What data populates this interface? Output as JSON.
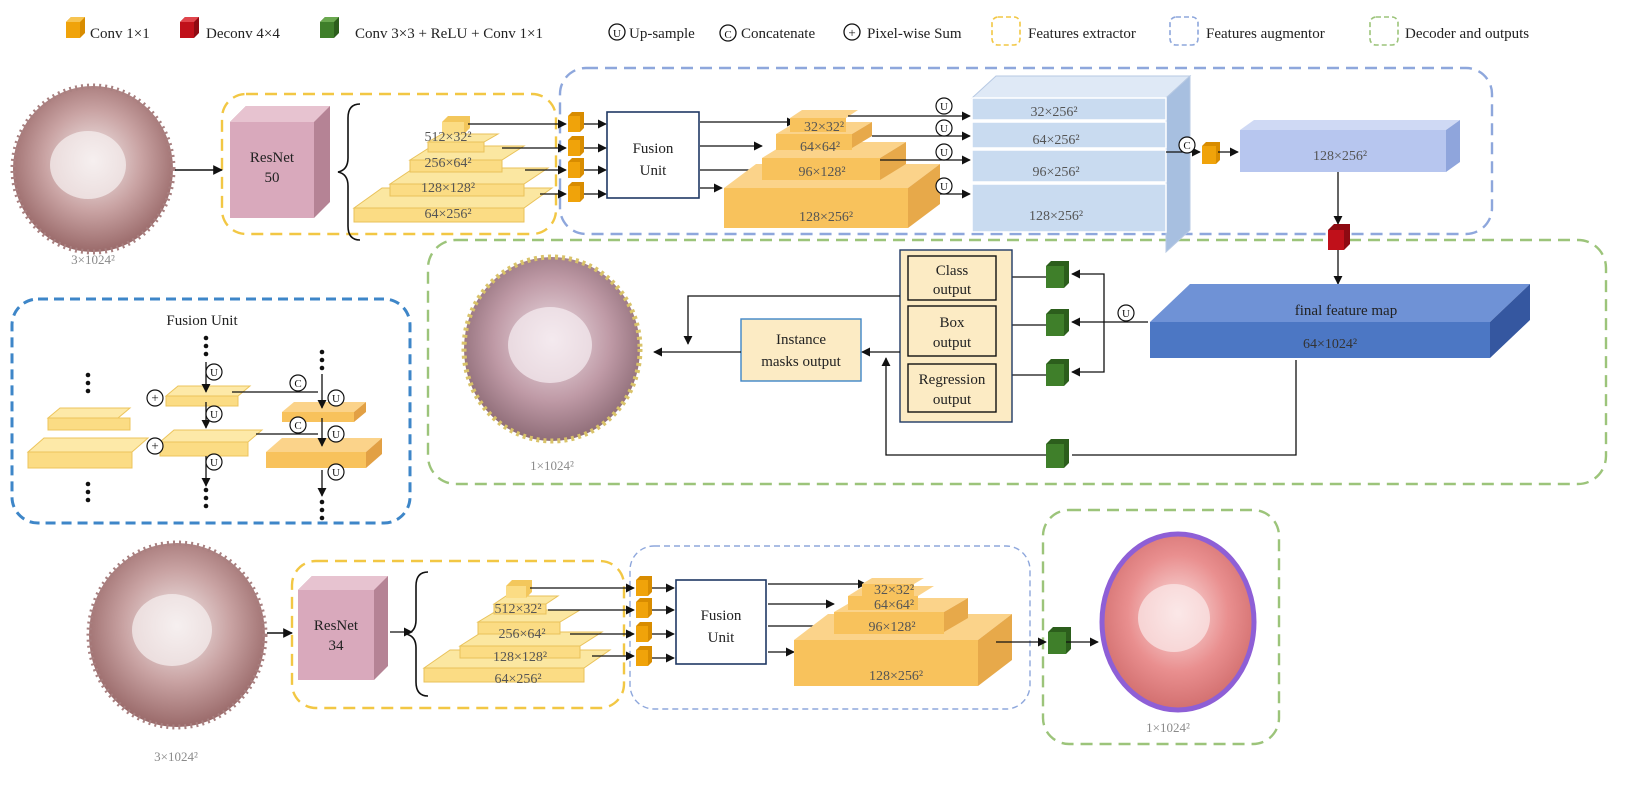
{
  "legend": {
    "conv1": "Conv 1×1",
    "deconv": "Deconv 4×4",
    "conv3": "Conv 3×3 + ReLU + Conv 1×1",
    "upsample_symbol": "U",
    "upsample": "Up-sample",
    "concat_symbol": "C",
    "concat": "Concatenate",
    "sum_symbol": "+",
    "sum": "Pixel-wise Sum",
    "extractor": "Features extractor",
    "augmentor": "Features augmentor",
    "decoder": "Decoder and outputs"
  },
  "colors": {
    "extractor": "#f2c744",
    "augmentor": "#8ea7dc",
    "decoder": "#9cc47a",
    "fusion_detail": "#3e86c8",
    "conv1": "#f0a30a",
    "deconv": "#c0101a",
    "conv3": "#3f7f2a",
    "resnet": "#d9a9bc",
    "feature_light": "#fbe7a1",
    "feature_orange": "#f8c25c",
    "augment_blue": "#c9dbf0",
    "final_blue": "#4c77c4"
  },
  "top": {
    "input_size": "3×1024²",
    "backbone_line1": "ResNet",
    "backbone_line2": "50",
    "pyramid": [
      "512×32²",
      "256×64²",
      "128×128²",
      "64×256²"
    ],
    "fusion_line1": "Fusion",
    "fusion_line2": "Unit",
    "fused": [
      "32×32²",
      "64×64²",
      "96×128²",
      "128×256²"
    ],
    "stack": [
      "32×256²",
      "64×256²",
      "96×256²",
      "128×256²"
    ],
    "merged": "128×256²",
    "final_map_title": "final feature map",
    "final_map_size": "64×1024²",
    "outputs": {
      "class": [
        "Class",
        "output"
      ],
      "box": [
        "Box",
        "output"
      ],
      "regression": [
        "Regression",
        "output"
      ],
      "instance": [
        "Instance",
        "masks output"
      ]
    },
    "output_size": "1×1024²"
  },
  "fusion_detail": {
    "title": "Fusion Unit"
  },
  "bottom": {
    "input_size": "3×1024²",
    "backbone_line1": "ResNet",
    "backbone_line2": "34",
    "pyramid": [
      "512×32²",
      "256×64²",
      "128×128²",
      "64×256²"
    ],
    "fusion_line1": "Fusion",
    "fusion_line2": "Unit",
    "fused": [
      "32×32²",
      "64×64²",
      "96×128²",
      "128×256²"
    ],
    "output_size": "1×1024²"
  }
}
